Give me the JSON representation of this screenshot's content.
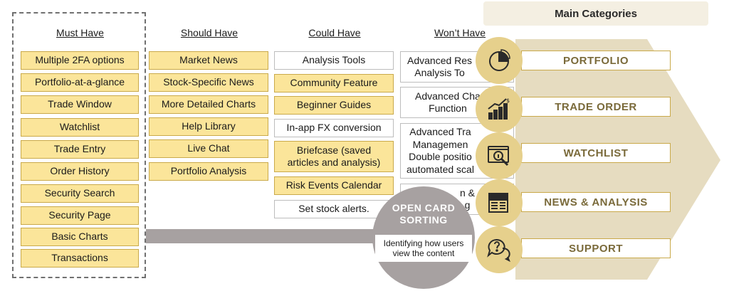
{
  "columns": {
    "must": {
      "title": "Must Have",
      "items": [
        "Multiple 2FA options",
        "Portfolio-at-a-glance",
        "Trade Window",
        "Watchlist",
        "Trade Entry",
        "Order History",
        "Security Search",
        "Security Page",
        "Basic Charts",
        "Transactions"
      ]
    },
    "should": {
      "title": "Should Have",
      "items": [
        "Market News",
        "Stock-Specific News",
        "More Detailed Charts",
        "Help Library",
        "Live Chat",
        "Portfolio Analysis"
      ]
    },
    "could": {
      "title": "Could Have",
      "items": [
        "Analysis Tools",
        "Community Feature",
        "Beginner Guides",
        "In-app FX conversion",
        "Briefcase (saved\narticles and analysis)",
        "Risk Events Calendar",
        "Set stock alerts."
      ]
    },
    "wont": {
      "title": "Won’t Have",
      "items": [
        "Advanced Res\nAnalysis To",
        "Advanced Cha\nFunction",
        "Advanced Tra\nManagemen\nDouble positio\nautomated scal",
        "n &\ng"
      ]
    }
  },
  "open_card_sorting": {
    "title": "OPEN CARD\nSORTING",
    "subtitle": "Identifying how users\nview the content"
  },
  "main_categories": {
    "title": "Main Categories",
    "items": [
      {
        "label": "PORTFOLIO",
        "icon": "pie-chart-icon"
      },
      {
        "label": "TRADE ORDER",
        "icon": "growth-chart-icon"
      },
      {
        "label": "WATCHLIST",
        "icon": "magnifier-screen-icon"
      },
      {
        "label": "NEWS & ANALYSIS",
        "icon": "newspaper-icon"
      },
      {
        "label": "SUPPORT",
        "icon": "chat-question-icon"
      }
    ]
  },
  "colors": {
    "card_yellow": "#fbe59a",
    "gold": "#c9a94a",
    "circle_gold": "#e6d08c",
    "chevron": "#e6dcc0",
    "grey": "#a7a1a1"
  }
}
